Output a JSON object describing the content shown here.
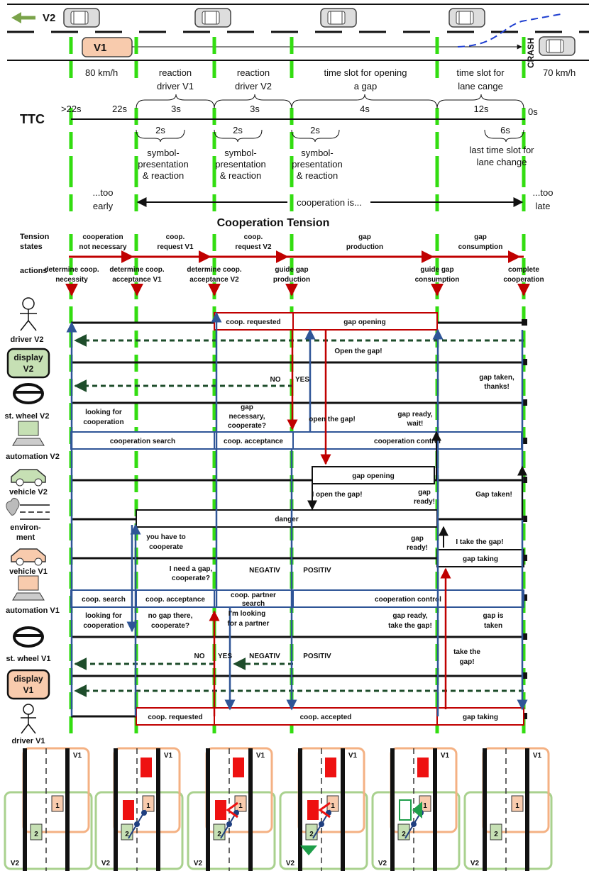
{
  "top": {
    "v2": "V2",
    "v1": "V1",
    "crash": "CRASH",
    "speed_v1": "80 km/h",
    "speed_v2": "70 km/h"
  },
  "phases": {
    "reaction_v1": [
      "reaction",
      "driver V1"
    ],
    "reaction_v2": [
      "reaction",
      "driver V2"
    ],
    "opening": [
      "time slot for opening",
      "a gap"
    ],
    "lane": [
      "time slot for",
      "lane cange"
    ]
  },
  "ttc": {
    "label": "TTC",
    "ticks": [
      ">22s",
      "22s",
      "0s"
    ],
    "durations": [
      "3s",
      "3s",
      "4s",
      "12s"
    ],
    "sub": [
      "2s",
      "2s",
      "2s",
      "6s"
    ],
    "symbol": [
      "symbol-",
      "presentation",
      "& reaction"
    ],
    "last_slot": [
      "last time slot for",
      "lane change"
    ]
  },
  "coop": {
    "too_early": [
      "...too",
      "early"
    ],
    "too_late": [
      "...too",
      "late"
    ],
    "is": "cooperation is..."
  },
  "tension": {
    "title": "Cooperation Tension",
    "states_label": [
      "Tension",
      "states"
    ],
    "actions_label": "actions",
    "states": [
      [
        "cooperation",
        "not necessary"
      ],
      [
        "coop.",
        "request V1"
      ],
      [
        "coop.",
        "request V2"
      ],
      [
        "gap",
        "production"
      ],
      [
        "gap",
        "consumption"
      ]
    ],
    "actions": [
      [
        "determine coop.",
        "necessity"
      ],
      [
        "determine coop.",
        "acceptance V1"
      ],
      [
        "determine coop.",
        "acceptance V2"
      ],
      [
        "guide gap",
        "production"
      ],
      [
        "guide gap",
        "consumption"
      ],
      [
        "complete",
        "cooperation"
      ]
    ]
  },
  "actors": [
    [
      "driver V2"
    ],
    [
      "display",
      "V2"
    ],
    [
      "st. wheel V2"
    ],
    [
      "automation V2"
    ],
    [
      "vehicle V2"
    ],
    [
      "environ-",
      "ment"
    ],
    [
      "vehicle V1"
    ],
    [
      "automation V1"
    ],
    [
      "st. wheel V1"
    ],
    [
      "display",
      "V1"
    ],
    [
      "driver V1"
    ]
  ],
  "boxes": {
    "d2_req": "coop. requested",
    "d2_open": "gap opening",
    "a2_search": "cooperation search",
    "a2_accept": "coop. acceptance",
    "a2_control": "cooperation control",
    "v2_open": "gap opening",
    "env_danger": "danger",
    "v1_taking": "gap taking",
    "a1_search": "coop. search",
    "a1_accept": "coop. acceptance",
    "a1_partner": [
      "coop. partner",
      "search"
    ],
    "a1_control": "cooperation control",
    "d1_req": "coop. requested",
    "d1_accepted": "coop. accepted",
    "d1_taking": "gap taking"
  },
  "msgs": {
    "open_gap": "Open the gap!",
    "no": "NO",
    "yes": "YES",
    "gap_taken_thanks": [
      "gap taken,",
      "thanks!"
    ],
    "looking2": [
      "looking for",
      "cooperation"
    ],
    "gap_nec": [
      "gap",
      "necessary,",
      "cooperate?"
    ],
    "open_gap2": "open the gap!",
    "ready_wait": [
      "gap ready,",
      "wait!"
    ],
    "i_open": "I open the gap!",
    "gap_ready": [
      "gap",
      "ready!"
    ],
    "gap_taken": "Gap taken!",
    "you_have": [
      "you have to",
      "cooperate"
    ],
    "gap_ready2": [
      "gap",
      "ready!"
    ],
    "i_take": "I take the gap!",
    "i_need": [
      "I need a gap,",
      "cooperate?"
    ],
    "negativ": "NEGATIV",
    "positiv": "POSITIV",
    "looking1": [
      "looking for",
      "cooperation"
    ],
    "no_gap": [
      "no gap there,",
      "cooperate?"
    ],
    "im_looking": [
      "I'm looking",
      "for a partner"
    ],
    "ready_take": [
      "gap ready,",
      "take the gap!"
    ],
    "gap_is": [
      "gap is",
      "taken"
    ],
    "take_gap": [
      "take the",
      "gap!"
    ],
    "no2": "NO",
    "yes2": "YES",
    "negativ2": "NEGATIV",
    "positiv2": "POSITIV"
  },
  "panels": {
    "v1": "V1",
    "v2": "V2",
    "num1": "1",
    "num2": "2"
  },
  "colors": {
    "green": "#33dd11",
    "blue": "#2f5597",
    "red": "#c00000",
    "dkgreen": "#1e4d2b",
    "orange": "#f4b183",
    "lgreen": "#a9d18e"
  }
}
